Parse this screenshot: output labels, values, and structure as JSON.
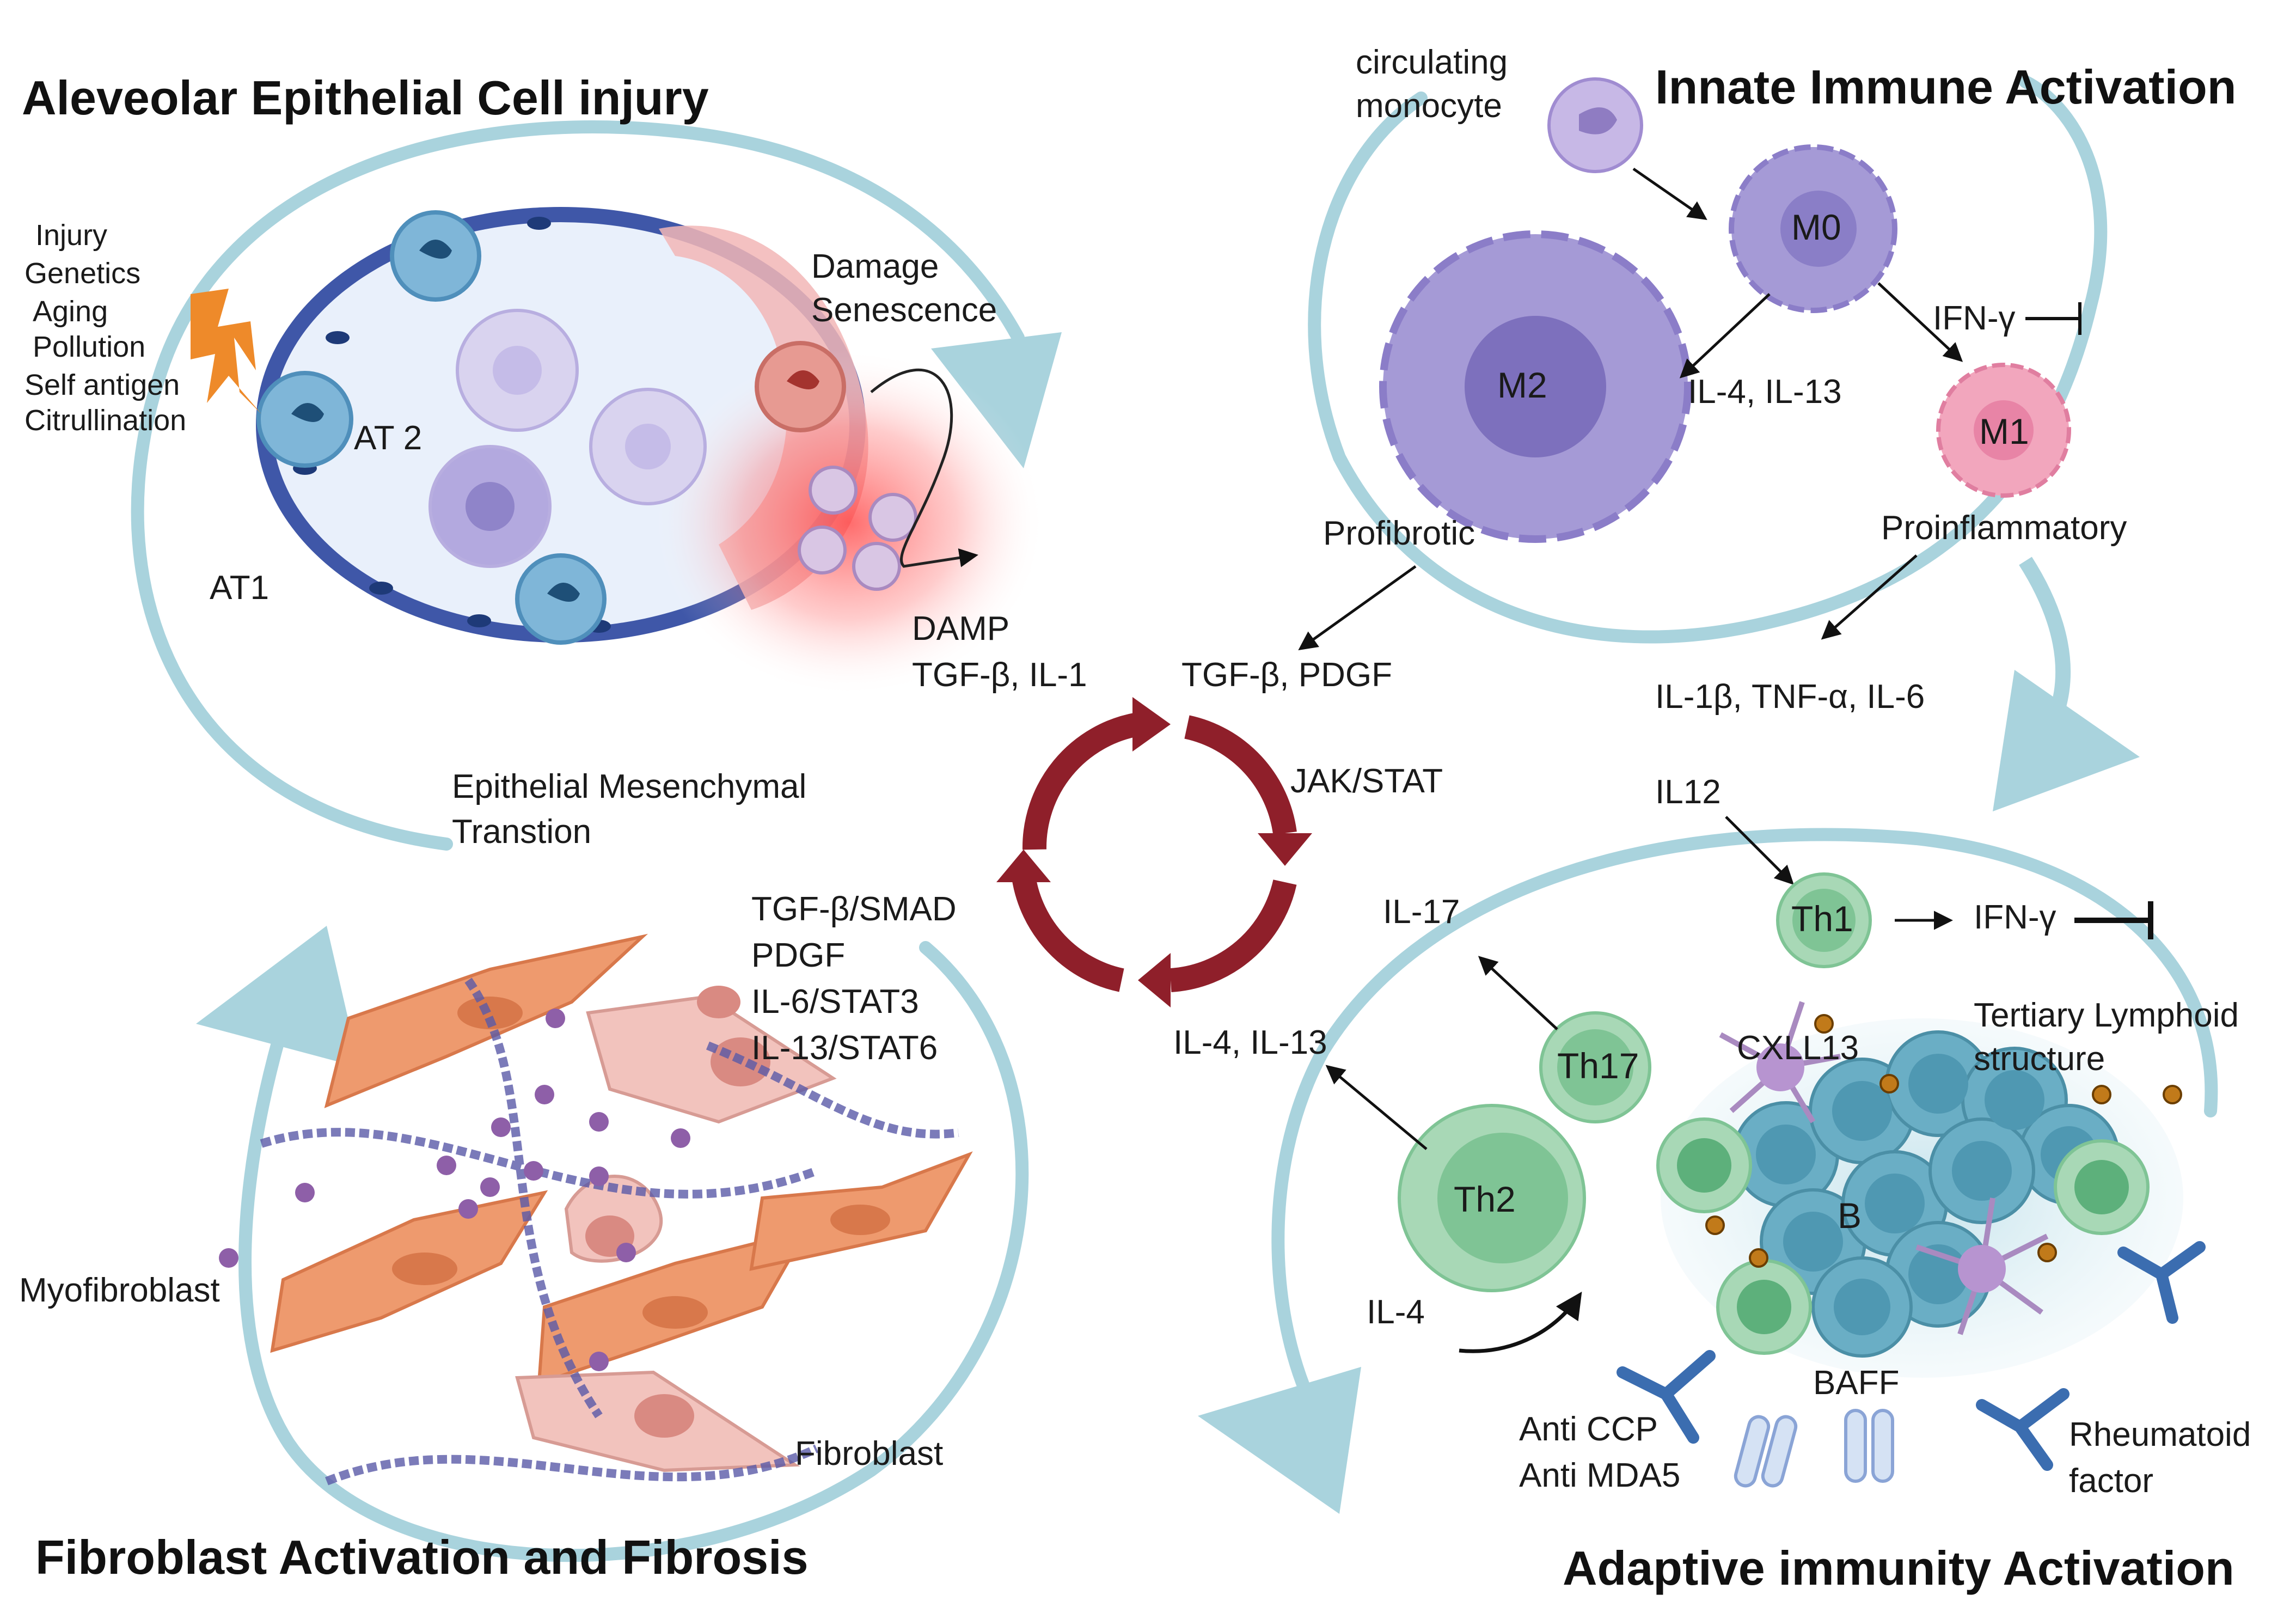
{
  "titles": {
    "injury": "Aleveolar  Epithelial Cell injury",
    "innate": "Innate Immune Activation",
    "fibrosis": "Fibroblast Activation and Fibrosis",
    "adaptive": "Adaptive immunity Activation"
  },
  "injury_panel": {
    "triggers": [
      "Injury",
      "Genetics",
      "Aging",
      "Pollution",
      "Self antigen",
      "Citrullination"
    ],
    "at2": "AT 2",
    "at1": "AT1",
    "damage": "Damage",
    "senescence": "Senescence",
    "damp": "DAMP",
    "tgf_il1": "TGF-β, IL-1",
    "emt_1": "Epithelial Mesenchymal",
    "emt_2": "Transtion"
  },
  "innate_panel": {
    "circulating_1": "circulating",
    "circulating_2": "monocyte",
    "m0": "M0",
    "m1": "M1",
    "m2": "M2",
    "ifn": "IFN-γ",
    "il4_il13": "IL-4, IL-13",
    "profibrotic": "Profibrotic",
    "proinflammatory": "Proinflammatory",
    "tgf_pdgf": "TGF-β, PDGF",
    "il1b_tnf_il6": "IL-1β, TNF-α, IL-6"
  },
  "center": {
    "jak_stat": "JAK/STAT",
    "pathways": [
      "TGF-β/SMAD",
      "PDGF",
      "IL-6/STAT3",
      "IL-13/STAT6"
    ]
  },
  "adaptive_panel": {
    "il12": "IL12",
    "th1": "Th1",
    "ifn": "IFN-γ",
    "il17": "IL-17",
    "th17": "Th17",
    "il4_il13": "IL-4, IL-13",
    "th2": "Th2",
    "il4": "IL-4",
    "cxcl13": "CXLL13",
    "tls_1": "Tertiary Lymphoid",
    "tls_2": "structure",
    "b": "B",
    "baff": "BAFF",
    "anti_ccp": "Anti CCP",
    "anti_mda5": "Anti MDA5",
    "rf_1": "Rheumatoid",
    "rf_2": "factor"
  },
  "fibrosis_panel": {
    "myofibroblast": "Myofibroblast",
    "fibroblast": "Fibroblast"
  },
  "colors": {
    "cycle_arrow": "#8f1f2a",
    "big_arrow": "#a9d3dd",
    "at_cell": "#5a9ec2",
    "macrophage": "#a59ad6",
    "m1": "#f2a6bd",
    "t_cell": "#7fc495",
    "b_cell": "#6aaec5",
    "myofibroblast": "#ee9a6e",
    "fibroblast": "#e9a8a2",
    "antibody": "#3b6db0"
  }
}
